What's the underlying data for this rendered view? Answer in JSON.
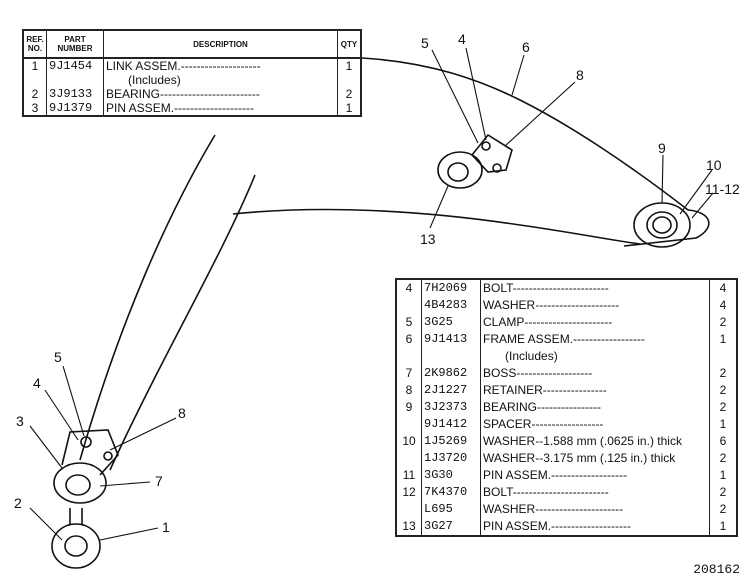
{
  "table_top": {
    "headers": {
      "ref": "REF. NO.",
      "part": "PART NUMBER",
      "desc": "DESCRIPTION",
      "qty": "QTY"
    },
    "rows": [
      {
        "ref": "1",
        "part": "9J1454",
        "desc": "LINK ASSEM.",
        "leader": "--------------------",
        "qty": "1"
      },
      {
        "ref": "",
        "part": "",
        "desc": "(Includes)",
        "leader": "",
        "qty": ""
      },
      {
        "ref": "2",
        "part": "3J9133",
        "desc": "BEARING",
        "leader": "-------------------------",
        "qty": "2"
      },
      {
        "ref": "3",
        "part": "9J1379",
        "desc": "PIN ASSEM.",
        "leader": "--------------------",
        "qty": "1"
      }
    ]
  },
  "table_bottom": {
    "rows": [
      {
        "ref": "4",
        "part": "7H2069",
        "desc": "BOLT",
        "leader": "------------------------",
        "qty": "4"
      },
      {
        "ref": "",
        "part": "4B4283",
        "desc": "WASHER",
        "leader": "---------------------",
        "qty": "4"
      },
      {
        "ref": "5",
        "part": "3G25",
        "desc": "CLAMP",
        "leader": "----------------------",
        "qty": "2"
      },
      {
        "ref": "6",
        "part": "9J1413",
        "desc": "FRAME ASSEM.",
        "leader": "------------------",
        "qty": "1"
      },
      {
        "ref": "",
        "part": "",
        "desc": "(Includes)",
        "leader": "",
        "qty": ""
      },
      {
        "ref": "7",
        "part": "2K9862",
        "desc": "BOSS",
        "leader": "-------------------",
        "qty": "2"
      },
      {
        "ref": "8",
        "part": "2J1227",
        "desc": "RETAINER",
        "leader": "----------------",
        "qty": "2"
      },
      {
        "ref": "9",
        "part": "3J2373",
        "desc": "BEARING",
        "leader": "----------------",
        "qty": "2"
      },
      {
        "ref": "",
        "part": "9J1412",
        "desc": "SPACER",
        "leader": "------------------",
        "qty": "1"
      },
      {
        "ref": "10",
        "part": "1J5269",
        "desc": "WASHER--1.588 mm (.0625 in.) thick",
        "leader": "",
        "qty": "6"
      },
      {
        "ref": "",
        "part": "1J3720",
        "desc": "WASHER--3.175 mm (.125 in.) thick",
        "leader": "",
        "qty": "2"
      },
      {
        "ref": "11",
        "part": "3G30",
        "desc": "PIN ASSEM.",
        "leader": "-------------------",
        "qty": "1"
      },
      {
        "ref": "12",
        "part": "7K4370",
        "desc": "BOLT",
        "leader": "------------------------",
        "qty": "2"
      },
      {
        "ref": "",
        "part": "L695",
        "desc": "WASHER",
        "leader": "----------------------",
        "qty": "2"
      },
      {
        "ref": "13",
        "part": "3G27",
        "desc": "PIN ASSEM.",
        "leader": "--------------------",
        "qty": "1"
      }
    ]
  },
  "callouts": {
    "c1": "1",
    "c2": "2",
    "c3": "3",
    "c4a": "4",
    "c5a": "5",
    "c7": "7",
    "c8a": "8",
    "c4b": "4",
    "c5b": "5",
    "c6": "6",
    "c8b": "8",
    "c9": "9",
    "c10": "10",
    "c1112": "11-12",
    "c13": "13"
  },
  "drawing_number": "208162"
}
